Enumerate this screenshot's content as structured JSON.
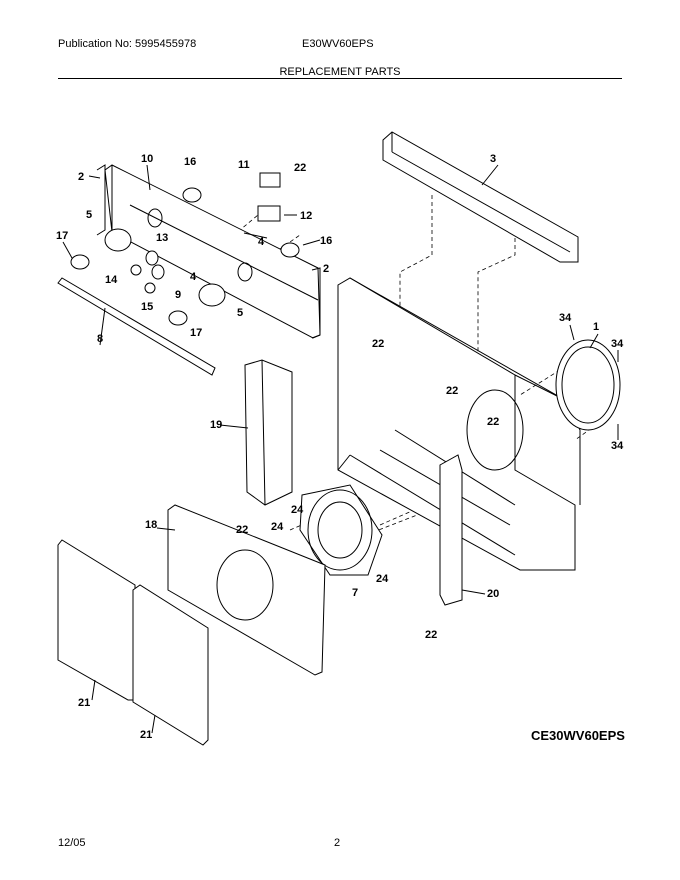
{
  "header": {
    "publication": "Publication No: 5995455978",
    "model": "E30WV60EPS",
    "section_title": "REPLACEMENT PARTS"
  },
  "diagram": {
    "callouts": [
      "1",
      "2",
      "2",
      "3",
      "4",
      "4",
      "5",
      "5",
      "7",
      "8",
      "9",
      "10",
      "11",
      "12",
      "13",
      "14",
      "15",
      "16",
      "16",
      "17",
      "17",
      "18",
      "19",
      "20",
      "21",
      "21",
      "22",
      "22",
      "22",
      "22",
      "22",
      "22",
      "24",
      "24",
      "24",
      "34",
      "34",
      "34"
    ],
    "model_label": "CE30WV60EPS"
  },
  "footer": {
    "date": "12/05",
    "page": "2"
  }
}
